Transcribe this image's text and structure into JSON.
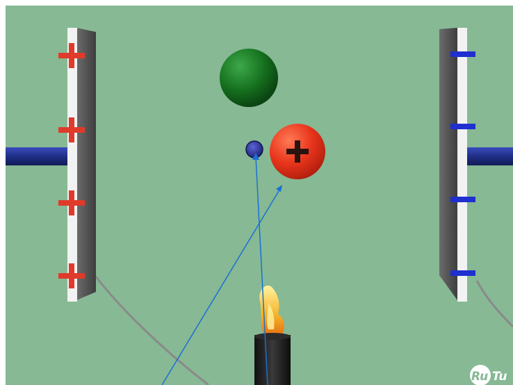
{
  "scene": {
    "background_color": "#86b994",
    "positive_plate": {
      "sign": "+",
      "count": 4,
      "sign_color": "#e03a2a"
    },
    "negative_plate": {
      "sign": "−",
      "count": 4,
      "sign_color": "#1f2fd0"
    },
    "positive_ion": {
      "sign": "+",
      "color": "#e8351c"
    },
    "electron": {
      "color": "#2a2f8a"
    },
    "neutral_particle": {
      "color": "#16701f"
    },
    "flame": {
      "colors": [
        "#fff3a0",
        "#f7b52a",
        "#e06a10"
      ]
    },
    "wire_color": "#8a8a8a",
    "rod_color": "#1f2f86",
    "arrow_color": "#1b6fd6"
  },
  "watermark": {
    "text_1": "Ru",
    "text_2": "Tu"
  }
}
